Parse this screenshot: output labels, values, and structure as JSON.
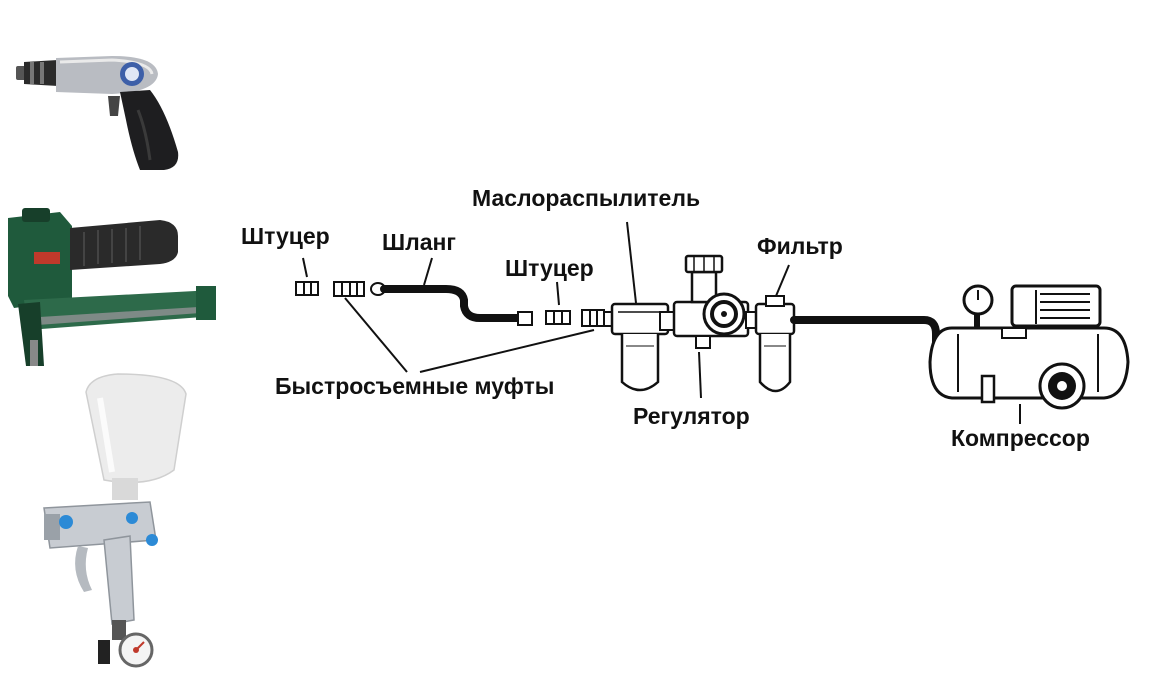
{
  "labels": {
    "fitting_left": "Штуцер",
    "hose": "Шланг",
    "fitting_right": "Штуцер",
    "lubricator": "Маслораспылитель",
    "filter": "Фильтр",
    "quick_couplings": "Быстросъемные муфты",
    "regulator": "Регулятор",
    "compressor": "Компрессор"
  },
  "colors": {
    "ink": "#111111",
    "drill_silver": "#b9bcc2",
    "drill_grip": "#1e1e20",
    "stapler_green": "#1f5a3c",
    "stapler_grip": "#2a2a2a",
    "cup_white": "#ececec",
    "gun_chrome": "#c8ccd2",
    "gun_blue": "#2c8ad6",
    "gauge_red": "#c0392b"
  },
  "icons": [
    "air-drill-icon",
    "air-stapler-icon",
    "spray-gun-icon"
  ]
}
